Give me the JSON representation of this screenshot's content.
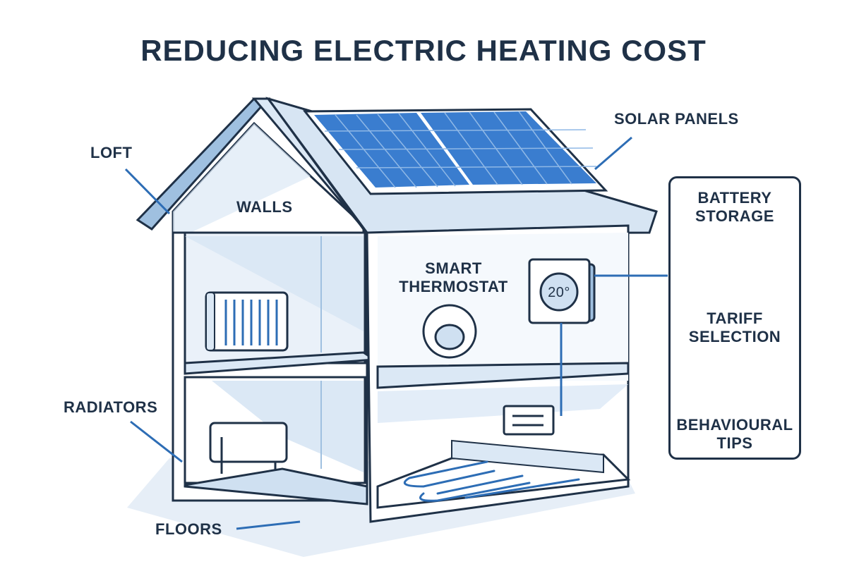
{
  "title": "REDUCING ELECTRIC HEATING COST",
  "labels": {
    "loft": "LOFT",
    "walls": "WALLS",
    "solar_panels": "SOLAR PANELS",
    "smart_thermostat_line1": "SMART",
    "smart_thermostat_line2": "THERMOSTAT",
    "radiators": "RADIATORS",
    "floors": "FLOORS"
  },
  "thermostat": {
    "display": "20°"
  },
  "side_panel": {
    "items": [
      {
        "line1": "BATTERY",
        "line2": "STORAGE",
        "icon": "battery-icon"
      },
      {
        "line1": "TARIFF",
        "line2": "SELECTION",
        "icon": "checkmark-circle-icon"
      },
      {
        "line1": "BEHAVIOURAL",
        "line2": "TIPS",
        "icon": ""
      }
    ]
  },
  "colors": {
    "outline": "#1f3147",
    "accent_blue": "#2d6db5",
    "light_blue": "#dbe8f5",
    "mid_blue": "#9fc0e0",
    "solar_blue": "#3a7dcf"
  }
}
